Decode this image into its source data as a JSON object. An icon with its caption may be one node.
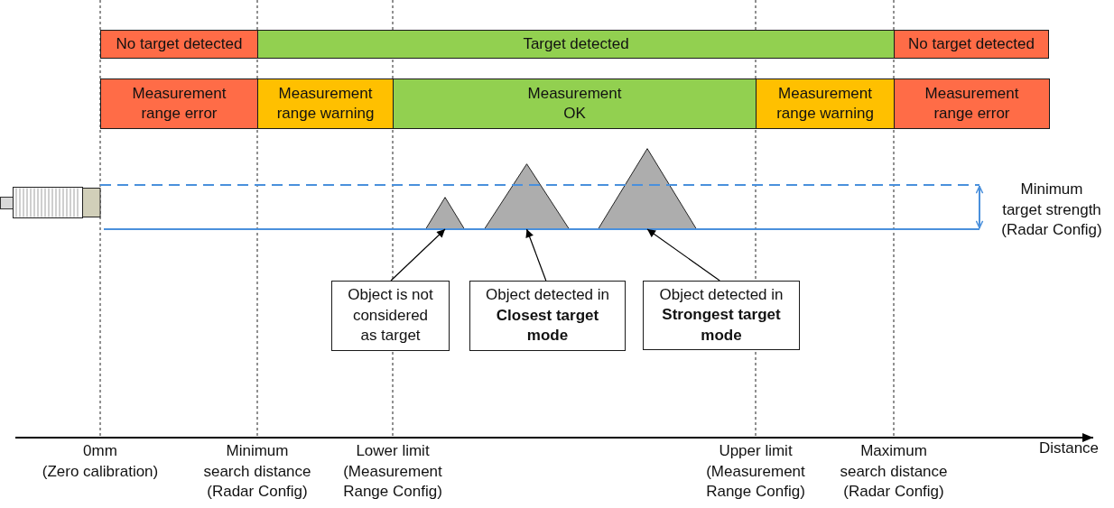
{
  "diagram": {
    "nodes": [
      {
        "text": [
          "No target detected"
        ]
      },
      {
        "text": [
          "Target detected"
        ]
      },
      {
        "text": [
          "No target detected"
        ]
      },
      {
        "text": [
          "Measurement range error"
        ]
      },
      {
        "text": [
          "Measurement range warning"
        ]
      },
      {
        "text": [
          "Measurement OK"
        ]
      },
      {
        "text": [
          "Measurement range warning"
        ]
      },
      {
        "text": [
          "Measurement range error"
        ]
      },
      {
        "text": [],
        "shape": "triangle"
      },
      {
        "text": [],
        "shape": "triangle"
      },
      {
        "text": [],
        "shape": "triangle"
      },
      {
        "text": [
          "Object is not considered as target"
        ]
      },
      {
        "text": [
          "Object detected in **Closest target mode**"
        ]
      },
      {
        "text": [
          "Object detected in **Strongest target mode**"
        ]
      }
    ],
    "edges": [
      {
        "from": 11,
        "to": 8,
        "arrow": "to"
      },
      {
        "from": 12,
        "to": 9,
        "arrow": "to"
      },
      {
        "from": 13,
        "to": 10,
        "arrow": "to"
      }
    ],
    "labels": [
      "Minimum target strength (Radar Config)",
      "0mm (Zero calibration)",
      "Minimum search distance (Radar Config)",
      "Lower limit (Measurement Range Config)",
      "Upper limit (Measurement Range Config)",
      "Maximum search distance (Radar Config)",
      "Distance"
    ]
  }
}
